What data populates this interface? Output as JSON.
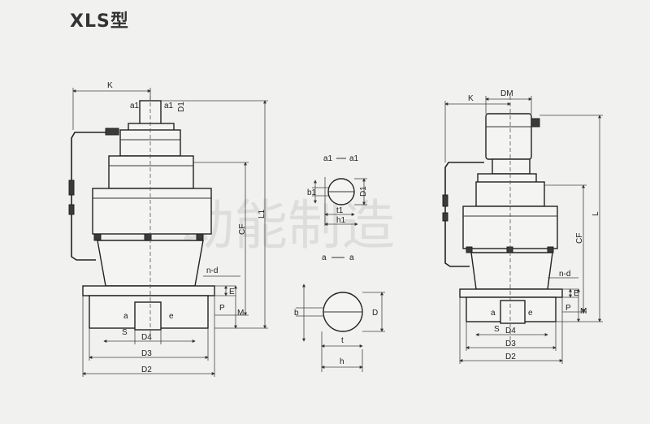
{
  "title": "XLS型",
  "watermark": "动能制造",
  "left_view": {
    "K": "K",
    "a1_left": "a1",
    "a1_right": "a1",
    "D1": "D1",
    "L1": "L1",
    "CF": "CF",
    "nd": "n-d",
    "P": "P",
    "E": "E",
    "M": "M",
    "a": "a",
    "e": "e",
    "S": "S",
    "D4": "D4",
    "D3": "D3",
    "D2": "D2"
  },
  "section_a1": {
    "caption_left": "a1",
    "caption_right": "a1",
    "b1": "b1",
    "D1": "D1",
    "t1": "t1",
    "h1": "h1"
  },
  "section_a": {
    "caption_left": "a",
    "caption_right": "a",
    "b": "b",
    "D": "D",
    "t": "t",
    "h": "h"
  },
  "right_view": {
    "K": "K",
    "DM": "DM",
    "L": "L",
    "CF": "CF",
    "nd": "n-d",
    "P": "P",
    "E": "E",
    "M": "M",
    "a": "a",
    "e": "e",
    "S": "S",
    "D4": "D4",
    "D3": "D3",
    "D2": "D2"
  }
}
